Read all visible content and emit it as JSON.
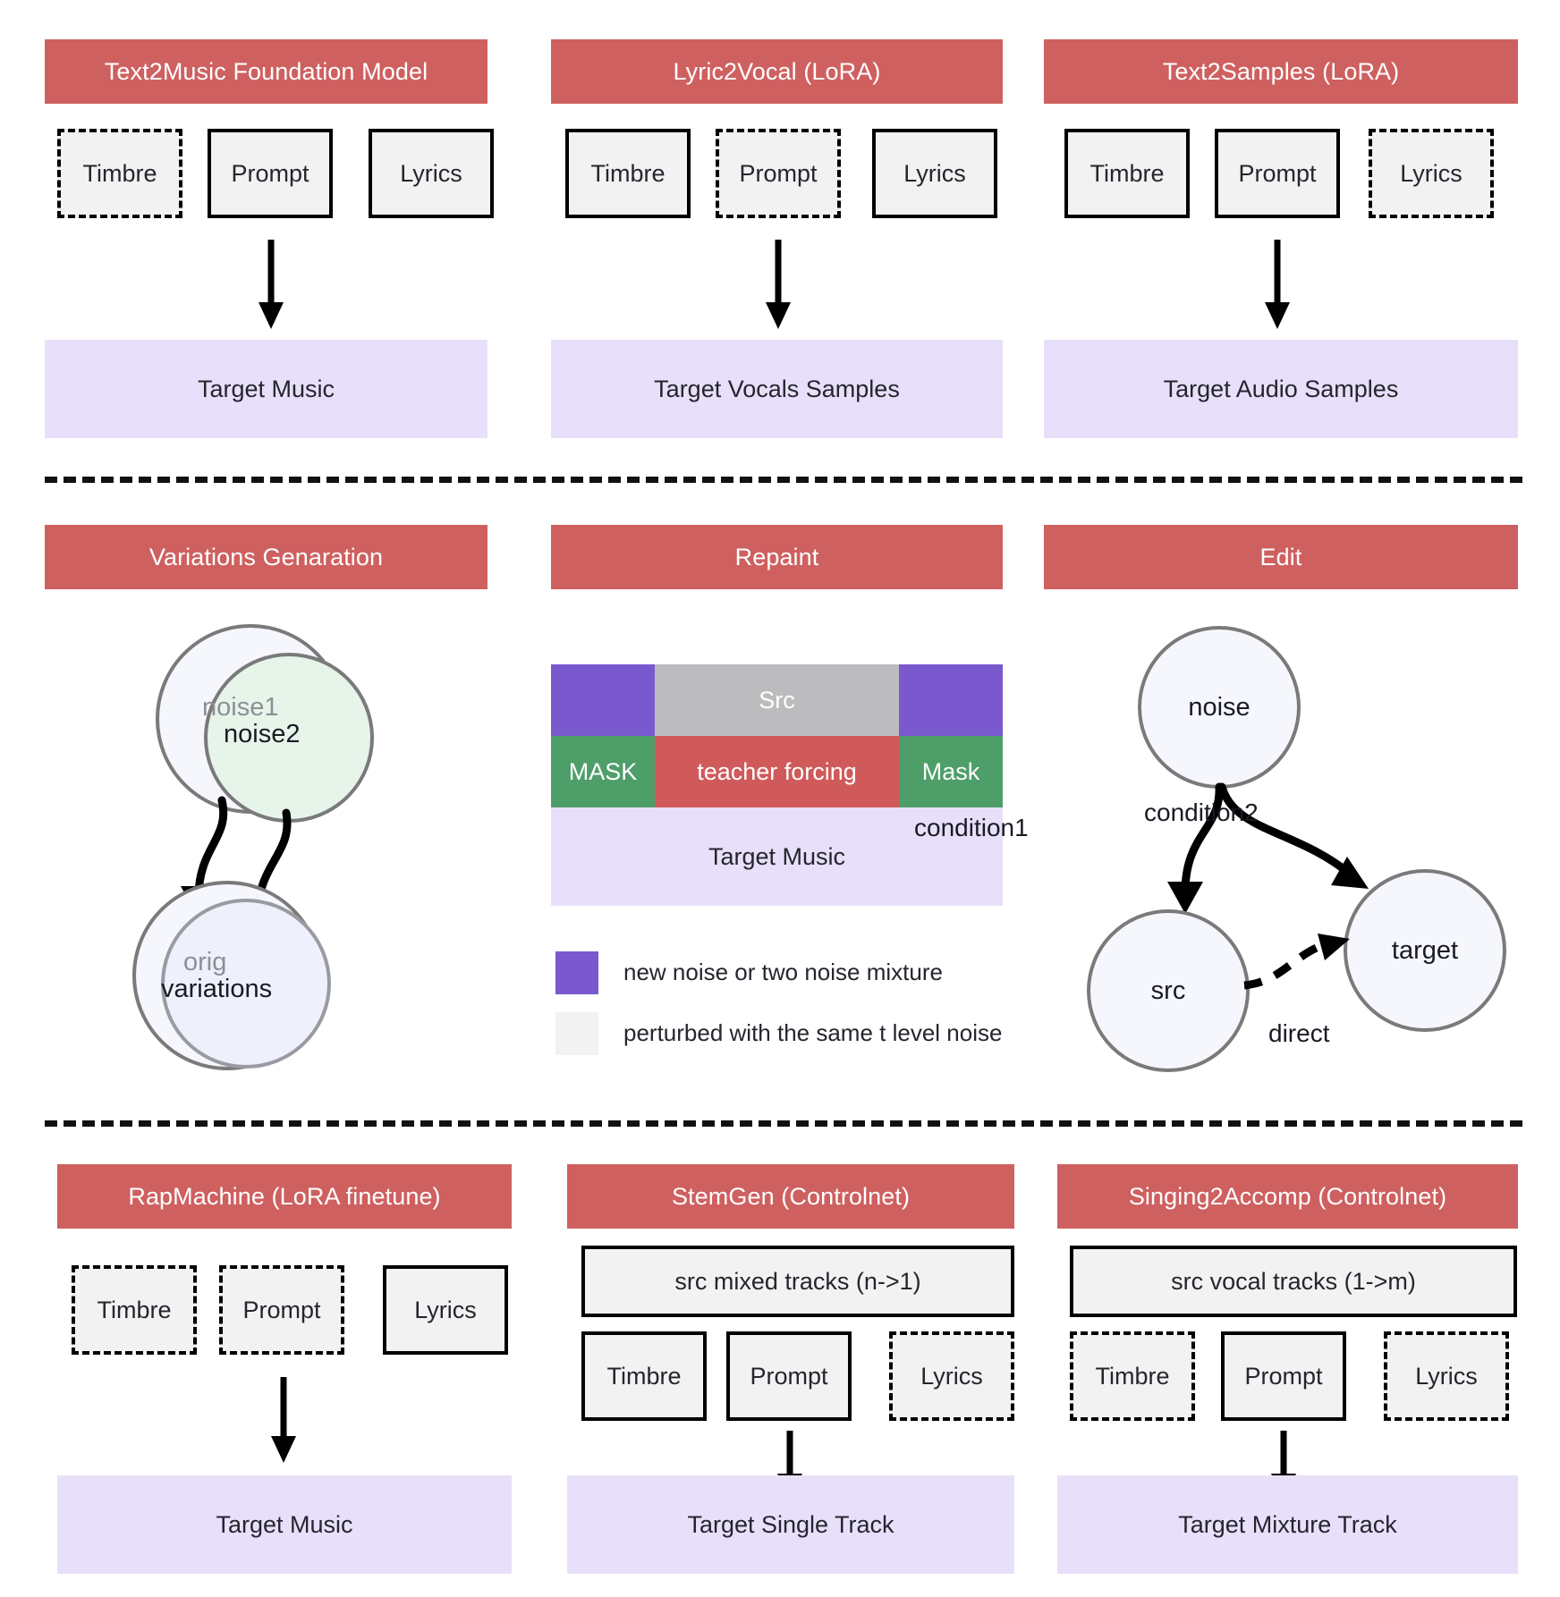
{
  "sections": {
    "text2music": {
      "title": "Text2Music Foundation Model",
      "chips": [
        {
          "label": "Timbre",
          "style": "dashed"
        },
        {
          "label": "Prompt",
          "style": "solid"
        },
        {
          "label": "Lyrics",
          "style": "solid"
        }
      ],
      "target": "Target Music"
    },
    "lyric2vocal": {
      "title": "Lyric2Vocal (LoRA)",
      "chips": [
        {
          "label": "Timbre",
          "style": "solid"
        },
        {
          "label": "Prompt",
          "style": "dashed"
        },
        {
          "label": "Lyrics",
          "style": "solid"
        }
      ],
      "target": "Target Vocals Samples"
    },
    "text2samples": {
      "title": "Text2Samples (LoRA)",
      "chips": [
        {
          "label": "Timbre",
          "style": "solid"
        },
        {
          "label": "Prompt",
          "style": "solid"
        },
        {
          "label": "Lyrics",
          "style": "dashed"
        }
      ],
      "target": "Target Audio Samples"
    },
    "variations": {
      "title": "Variations Genaration",
      "noise1": "noise1",
      "noise2": "noise2",
      "orig": "orig",
      "variations": "variations"
    },
    "repaint": {
      "title": "Repaint",
      "src": "Src",
      "mask_left": "MASK",
      "teacher_forcing": "teacher forcing",
      "mask_right": "Mask",
      "target": "Target Music",
      "legend": [
        {
          "swatch": "#7a59cf",
          "text": "new noise or two noise mixture"
        },
        {
          "swatch": "#f2f2f2",
          "text": "perturbed with the same t level noise"
        }
      ]
    },
    "edit": {
      "title": "Edit",
      "noise": "noise",
      "src": "src",
      "target": "target",
      "condition1": "condition1",
      "condition2": "condition2",
      "direct": "direct"
    },
    "rapmachine": {
      "title": "RapMachine (LoRA finetune)",
      "chips": [
        {
          "label": "Timbre",
          "style": "dashed"
        },
        {
          "label": "Prompt",
          "style": "dashed"
        },
        {
          "label": "Lyrics",
          "style": "solid"
        }
      ],
      "target": "Target Music"
    },
    "stemgen": {
      "title": "StemGen (Controlnet)",
      "trackbar": "src mixed tracks (n->1)",
      "chips": [
        {
          "label": "Timbre",
          "style": "solid"
        },
        {
          "label": "Prompt",
          "style": "solid"
        },
        {
          "label": "Lyrics",
          "style": "dashed"
        }
      ],
      "target": "Target Single Track"
    },
    "singing2accomp": {
      "title": "Singing2Accomp (Controlnet)",
      "trackbar": "src vocal tracks (1->m)",
      "chips": [
        {
          "label": "Timbre",
          "style": "dashed"
        },
        {
          "label": "Prompt",
          "style": "solid"
        },
        {
          "label": "Lyrics",
          "style": "dashed"
        }
      ],
      "target": "Target Mixture Track"
    }
  },
  "colors": {
    "header_red": "#cf6060",
    "target_lavender": "#e8e0fa",
    "chip_fill": "#f2f2f2",
    "purple": "#7a59cf",
    "green": "#4e9e6a",
    "gray": "#bcbcbf",
    "red": "#d05a5a"
  }
}
